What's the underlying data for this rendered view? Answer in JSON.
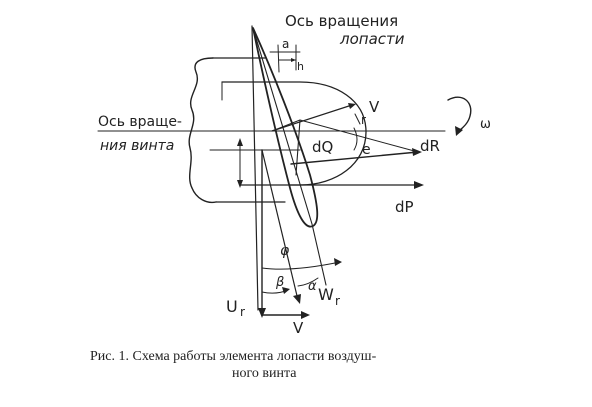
{
  "labels": {
    "blade_axis_line1": "Ось вращения",
    "blade_axis_line2": "лопасти",
    "prop_axis_line1": "Ось враще-",
    "prop_axis_line2": "ния винта",
    "a": "a",
    "h": "h",
    "r": "r",
    "V_top": "V",
    "dQ": "dQ",
    "e": "e",
    "dR": "dR",
    "omega": "ω",
    "dP": "dP",
    "phi": "φ",
    "beta": "β",
    "alpha": "α",
    "U_r": "U",
    "U_r_sub": "r",
    "W_r": "W",
    "W_r_sub": "r",
    "V_bottom": "V"
  },
  "caption": {
    "line1": "Рис. 1. Схема работы элемента лопасти воздуш-",
    "line2": "ного винта"
  },
  "colors": {
    "ink": "#222222",
    "background": "#ffffff"
  }
}
